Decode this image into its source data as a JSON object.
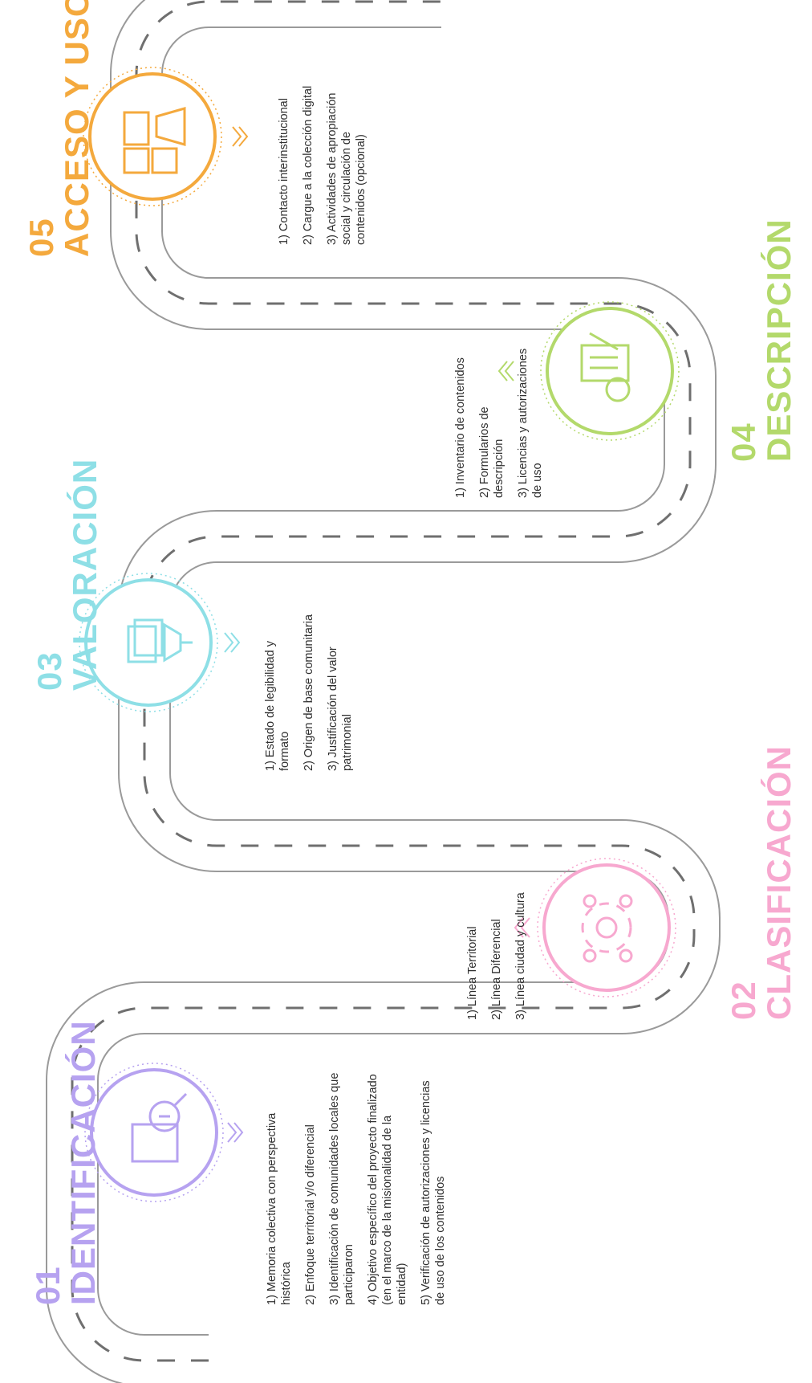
{
  "colors": {
    "road": "#9a9a9a",
    "road_fill": "#ffffff",
    "dash": "#6f6f6f",
    "text": "#2f2f2f",
    "step_01": "#b6a2f0",
    "step_02": "#f7a8cf",
    "step_03": "#8edfe6",
    "step_04": "#b3d96b",
    "step_05": "#f4a93d"
  },
  "steps": [
    {
      "number": "01",
      "name": "IDENTIFICACIÓN",
      "icon": "magnifier-document-icon",
      "items": [
        "1) Memoria colectiva con perspectiva histórica",
        "2) Enfoque territorial y/o diferencial",
        "3) Identificación de comunidades locales que participaron",
        "4) Objetivo específico del proyecto finalizado (en el marco de la misionalidad de la entidad)",
        "5) Verificación de autorizaciones y licencias de uso de los contenidos"
      ]
    },
    {
      "number": "02",
      "name": "CLASIFICACIÓN",
      "icon": "people-gear-cycle-icon",
      "items": [
        "1) Línea Territorial",
        "2) Línea Diferencial",
        "3) Línea ciudad y cultura"
      ]
    },
    {
      "number": "03",
      "name": "VALORACIÓN",
      "icon": "documents-funnel-icon",
      "items": [
        "1) Estado de legibilidad y formato",
        "2) Origen de base comunitaria",
        "3) Justificación del valor patrimonial"
      ]
    },
    {
      "number": "04",
      "name": "DESCRIPCIÓN",
      "icon": "clipboard-gear-pencil-icon",
      "items": [
        "1) Inventario de contenidos",
        "2) Formularios de descripción",
        "3) Licencias y autorizaciones de uso"
      ]
    },
    {
      "number": "05",
      "name": "ACCESO Y USO",
      "icon": "archive-megaphone-icon",
      "items": [
        "1) Contacto interinstitucional",
        "2) Cargue a la colección digital",
        "3) Actividades de apropiación social y circulación de contenidos (opcional)"
      ]
    }
  ]
}
